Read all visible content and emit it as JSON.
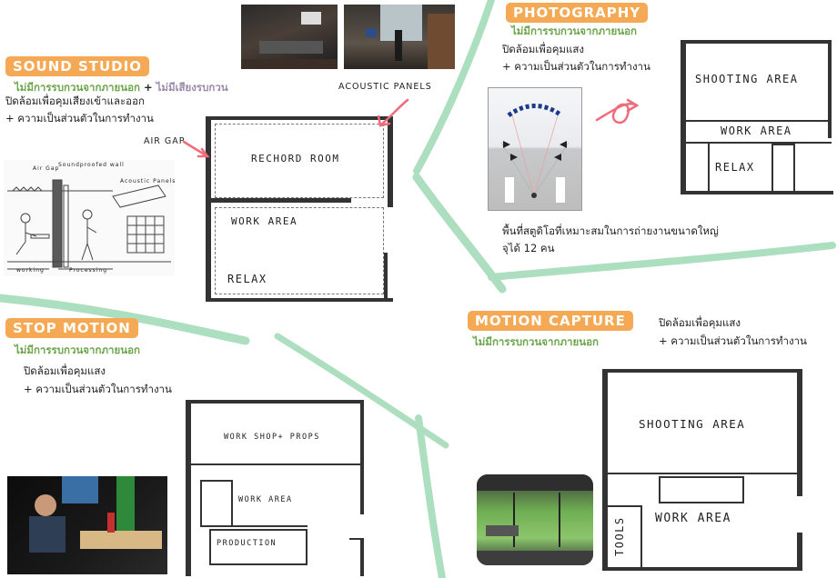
{
  "sound_studio": {
    "title": "SOUND STUDIO",
    "tag1": "ไม่มีการรบกวนจากภายนอก",
    "plus": "+",
    "tag2": "ไม่มีเสียงรบกวน",
    "note1": "ปิดล้อมเพื่อคุมเสียงเข้าและออก",
    "note2": "+ ความเป็นส่วนตัวในการทำงาน",
    "air_gap": "AIR GAP",
    "acoustic_panels": "ACOUSTIC PANELS",
    "rooms": {
      "record": "RECHORD ROOM",
      "work": "WORK AREA",
      "relax": "RELAX"
    },
    "sketch": {
      "air_gap": "Air Gap",
      "soundproof": "Soundproofed wall",
      "acoustic": "Acoustic Panels",
      "working": "working",
      "processing": "Processing"
    }
  },
  "photography": {
    "title": "PHOTOGRAPHY",
    "tag1": "ไม่มีการรบกวนจากภายนอก",
    "note1": "ปิดล้อมเพื่อคุมแสง",
    "note2": "+ ความเป็นส่วนตัวในการทำงาน",
    "caption1": "พื้นที่สตูดิโอที่เหมาะสมในการถ่ายงานขนาดใหญ่",
    "caption2": "จุได้ 12 คน",
    "rooms": {
      "shooting": "SHOOTING AREA",
      "work": "WORK AREA",
      "relax": "RELAX"
    }
  },
  "stop_motion": {
    "title": "STOP MOTION",
    "tag1": "ไม่มีการรบกวนจากภายนอก",
    "note1": "ปิดล้อมเพื่อคุมแสง",
    "note2": "+ ความเป็นส่วนตัวในการทำงาน",
    "rooms": {
      "workshop": "WORK SHOP+ PROPS",
      "work": "WORK AREA",
      "production": "PRODUCTION"
    }
  },
  "motion_capture": {
    "title": "MOTION CAPTURE",
    "tag1": "ไม่มีการรบกวนจากภายนอก",
    "note1": "ปิดล้อมเพื่อคุมแสง",
    "note2": "+ ความเป็นส่วนตัวในการทำงาน",
    "rooms": {
      "shooting": "SHOOTING AREA",
      "work": "WORK AREA",
      "tools": "TOOLS"
    }
  },
  "colors": {
    "tag": "#f5a955",
    "green_text": "#6ba54a",
    "stroke": "#9ed9b4",
    "arrow": "#ef6c7a",
    "wall": "#333333"
  }
}
